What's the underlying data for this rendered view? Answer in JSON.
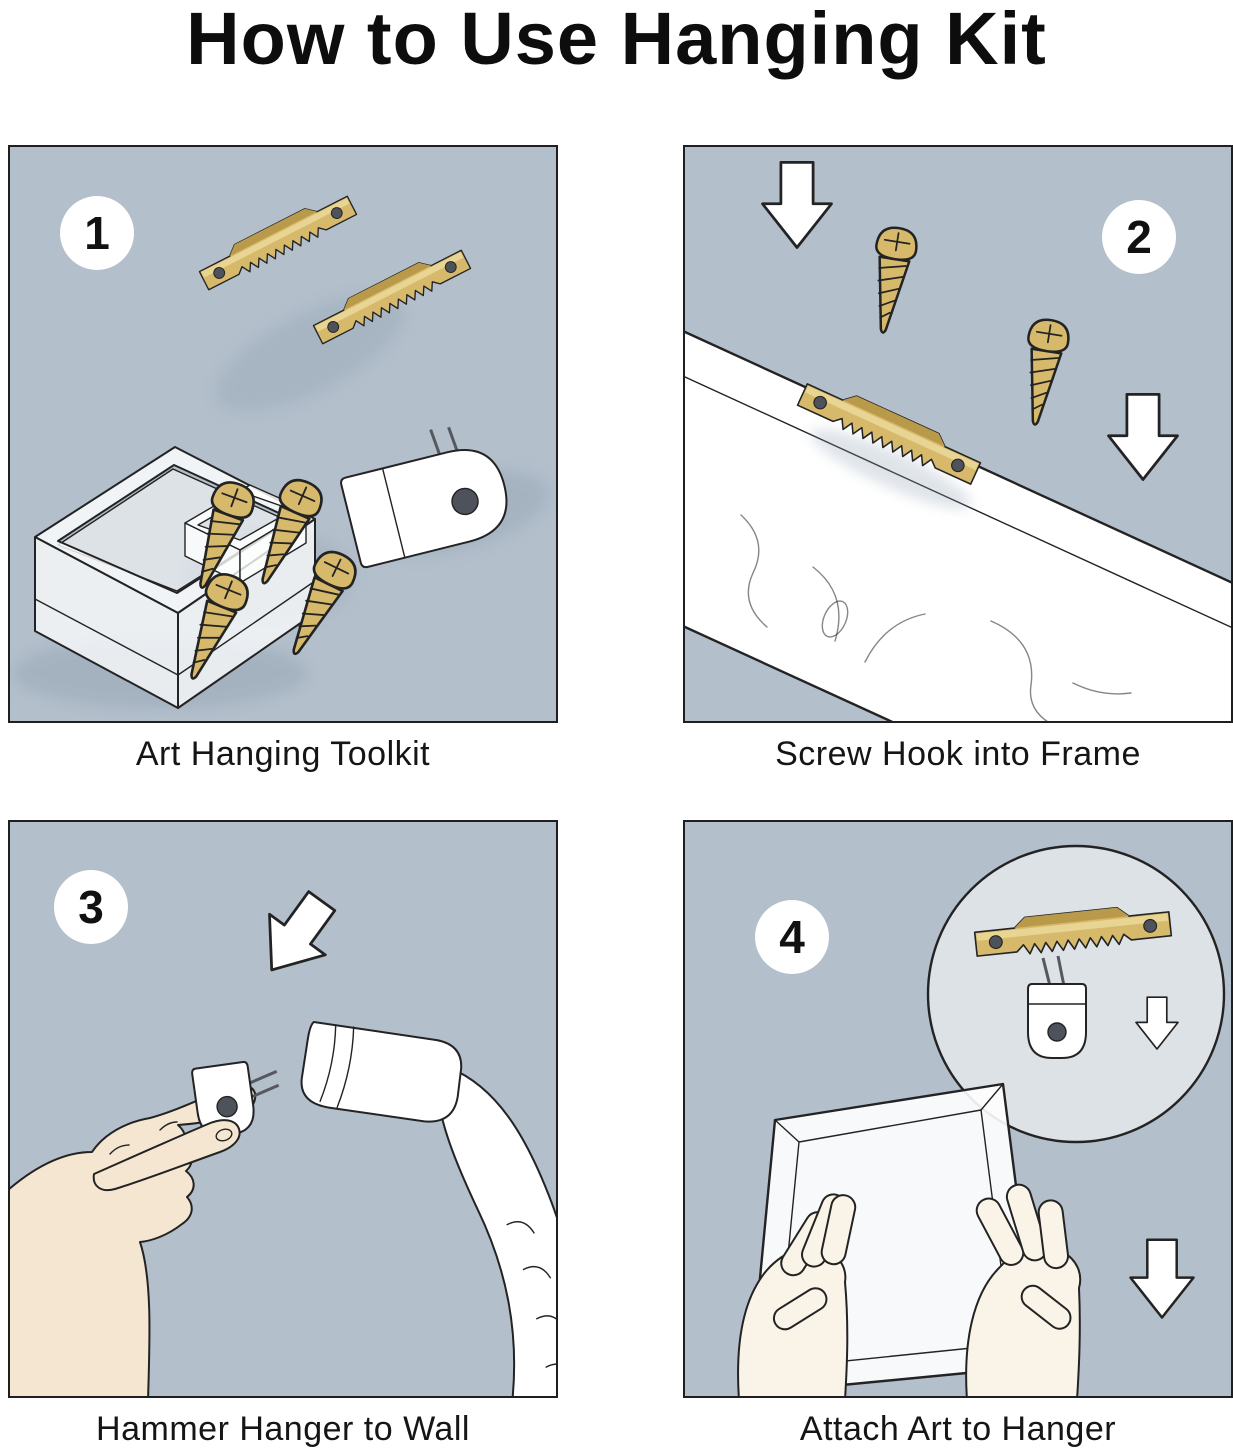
{
  "title": "How to Use Hanging Kit",
  "steps": [
    {
      "number": "1",
      "caption": "Art Hanging Toolkit"
    },
    {
      "number": "2",
      "caption": "Screw Hook into Frame"
    },
    {
      "number": "3",
      "caption": "Hammer Hanger to Wall"
    },
    {
      "number": "4",
      "caption": "Attach Art to Hanger"
    }
  ],
  "colors": {
    "panel_bg": "#b3bfcb",
    "brass": "#d6b96b",
    "brass_dark": "#b9994a",
    "brass_light": "#eedfa1",
    "outline": "#232323",
    "skin": "#f5e6d2",
    "skin_light": "#faf3e8",
    "hole": "#4e525a",
    "shadow": "#8fa0b2"
  }
}
